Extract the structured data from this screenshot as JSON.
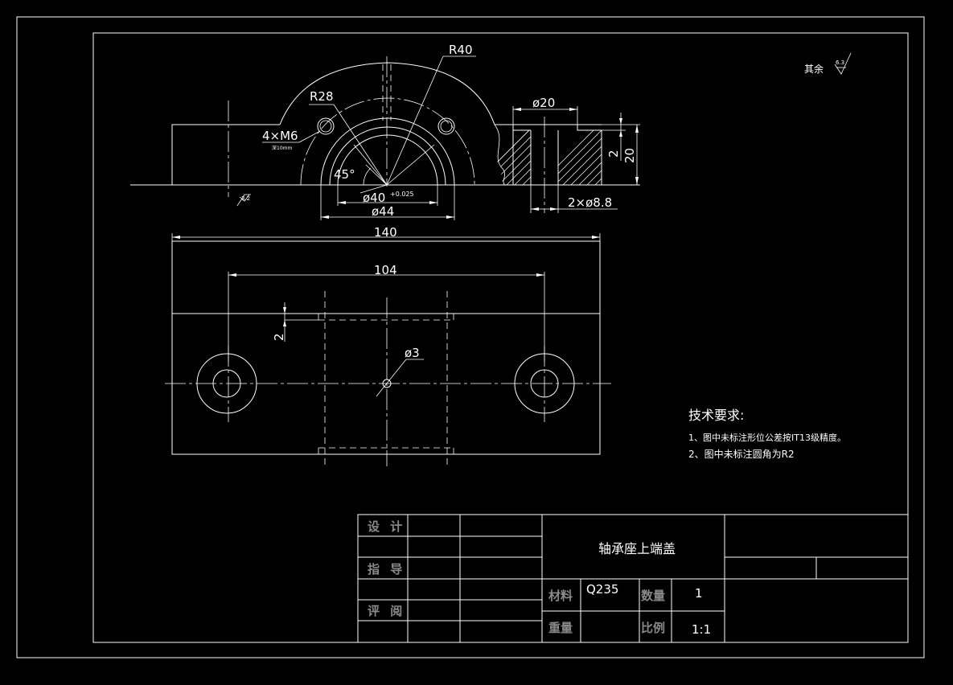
{
  "dimensions": {
    "r40": "R40",
    "r28": "R28",
    "thread": "4×M6",
    "thread_depth": "深10mm",
    "angle": "45°",
    "bore": "ø40",
    "bore_tol": "+0.025",
    "od44": "ø44",
    "width140": "140",
    "pitch104": "104",
    "cb20": "ø20",
    "depth2": "2",
    "height20": "20",
    "holes": "2×ø8.8",
    "oil_hole": "ø3",
    "offset2": "2",
    "rough_top": "6.3",
    "rough_left": "3.2"
  },
  "notes": {
    "surface_other": "其余",
    "tech_title": "技术要求:",
    "tech_1": "1、图中未标注形位公差按IT13级精度。",
    "tech_2": "2、图中未标注圆角为R2"
  },
  "title_block": {
    "design": "设 计",
    "guide": "指 导",
    "review": "评 阅",
    "part_name": "轴承座上端盖",
    "material_label": "材料",
    "material_value": "Q235",
    "qty_label": "数量",
    "qty_value": "1",
    "weight_label": "重量",
    "scale_label": "比例",
    "scale_value": "1:1"
  }
}
